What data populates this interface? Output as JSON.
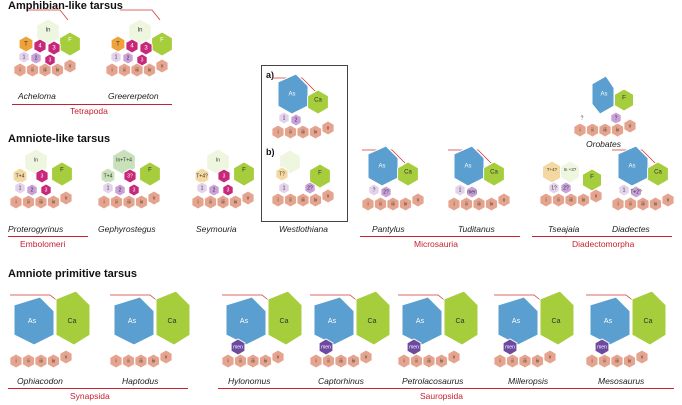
{
  "sections": {
    "amphibian": "Amphibian-like tarsus",
    "amniote": "Amniote-like tarsus",
    "primitive": "Amniote primitive tarsus"
  },
  "panel_labels": {
    "a": "a)",
    "b": "b)"
  },
  "groups": {
    "tetrapoda": "Tetrapoda",
    "embolomeri": "Embolomeri",
    "microsauria": "Microsauria",
    "diadectomorpha": "Diadectomorpha",
    "synapsida": "Synapsida",
    "sauropsida": "Sauropsida"
  },
  "specimens": {
    "acheloma": "Acheloma",
    "greererpeton": "Greererpeton",
    "orobates": "Orobates",
    "proterogyrinus": "Proterogyrinus",
    "gephyrostegus": "Gephyrostegus",
    "seymouria": "Seymouria",
    "westlothiana": "Westlothiana",
    "pantylus": "Pantylus",
    "tuditanus": "Tuditanus",
    "tseajaia": "Tseajaia",
    "diadectes": "Diadectes",
    "ophiacodon": "Ophiacodon",
    "haptodus": "Haptodus",
    "hylonomus": "Hylonomus",
    "captorhinus": "Captorhinus",
    "petrolacosaurus": "Petrolacosaurus",
    "milleropsis": "Milleropsis",
    "mesosaurus": "Mesosaurus"
  },
  "bone_labels": {
    "T": "T",
    "In": "In",
    "F": "F",
    "As": "As",
    "Ca": "Ca",
    "c1": "1",
    "c2": "2",
    "c3": "3",
    "c4": "4",
    "t1": "i",
    "t2": "ii",
    "t3": "iii",
    "t4": "iv",
    "t5": "v",
    "T4": "T+4",
    "InT4": "In+T+4",
    "q3": "3?",
    "T4q": "T+4?",
    "Tq": "T?",
    "q2": "2?",
    "q": "?",
    "T4q3": "T+4? +3?",
    "In3": "In +3?",
    "q1": "1?",
    "T4T": "T+4?",
    "men": "men",
    "ivv": "iv+v",
    "T2": "T+2?",
    "q27": "2?"
  },
  "colors": {
    "tibiale": "#f0a23a",
    "intermedium": "#eef6e0",
    "fibulare": "#a6cd3c",
    "astragalus": "#5a9fd0",
    "calcaneum": "#a6cd3c",
    "centrale_pink": "#c8287a",
    "centrale_lilac": "#c9a0d8",
    "centrale_light": "#e4d2ec",
    "tarsal_salmon": "#e5a48e",
    "tseajaia_tan": "#f3d9a1",
    "gephyro_green": "#c8e1ba",
    "medial_purple": "#6d4aa0",
    "outline_red": "#d43a3a"
  }
}
